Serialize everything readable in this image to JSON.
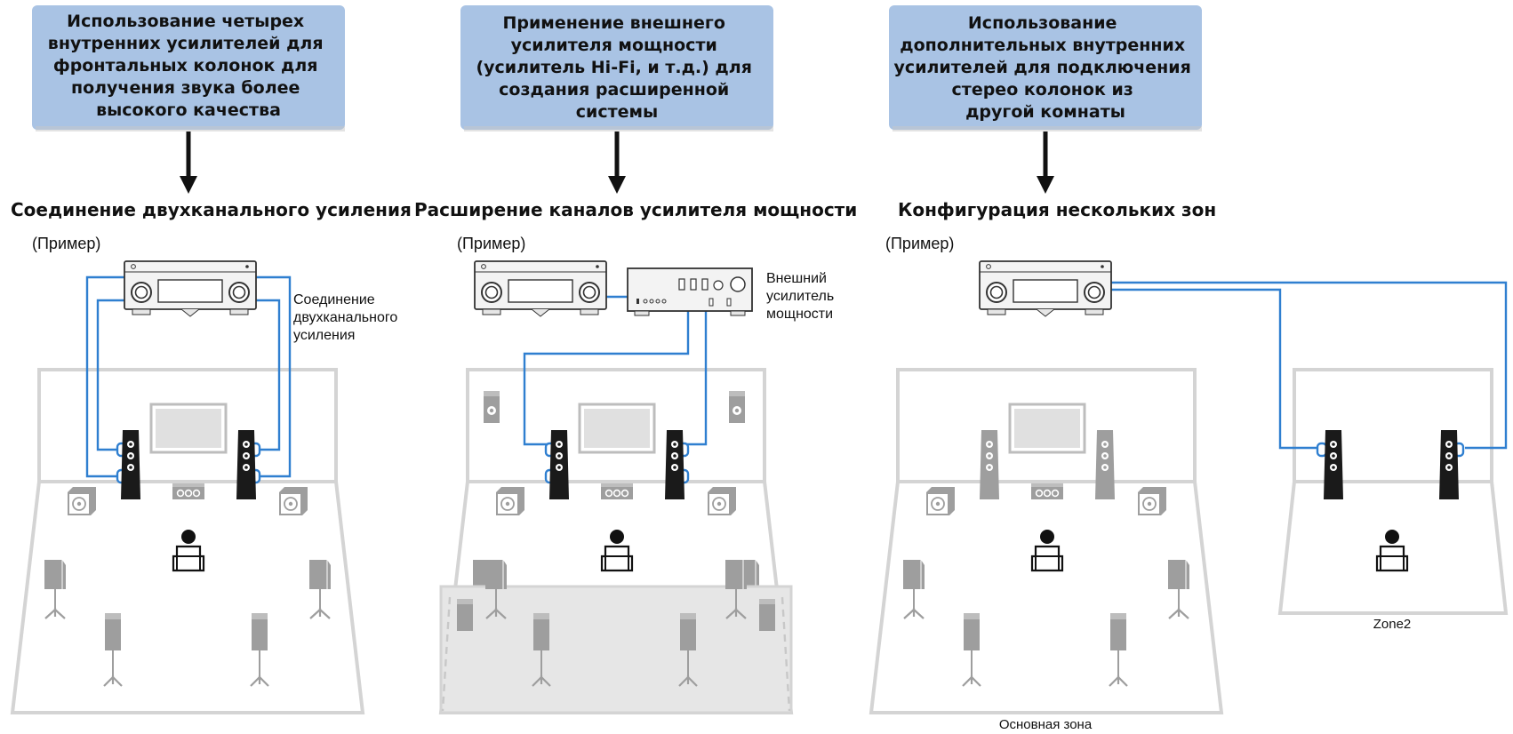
{
  "panels": [
    {
      "box_lines": [
        "Использование четырех",
        "внутренних усилителей для",
        "фронтальных колонок для",
        "получения звука более",
        "высокого качества"
      ],
      "heading": "Соединение двухканального усиления",
      "example": "(Пример)",
      "label_lines": [
        "Соединение",
        "двухканального",
        "усиления"
      ]
    },
    {
      "box_lines": [
        "Применение внешнего",
        "усилителя мощности",
        "(усилитель Hi-Fi, и т.д.) для",
        "создания расширенной",
        "системы"
      ],
      "heading": "Расширение каналов усилителя мощности",
      "example": "(Пример)",
      "label_lines": [
        "Внешний",
        "усилитель",
        "мощности"
      ]
    },
    {
      "box_lines": [
        "Использование",
        "дополнительных внутренних",
        "усилителей для подключения",
        "стерео колонок из",
        "другой комнаты"
      ],
      "heading": "Конфигурация нескольких зон",
      "example": "(Пример)",
      "main_zone": "Основная зона",
      "zone2": "Zone2"
    }
  ],
  "colors": {
    "box_fill": "#a9c3e4",
    "cable": "#2f7fd0",
    "room_outline": "#d4d4d4",
    "speaker_dark": "#1a1a1a",
    "speaker_grey": "#9e9e9e",
    "ext_zone_fill": "#e6e6e6"
  }
}
